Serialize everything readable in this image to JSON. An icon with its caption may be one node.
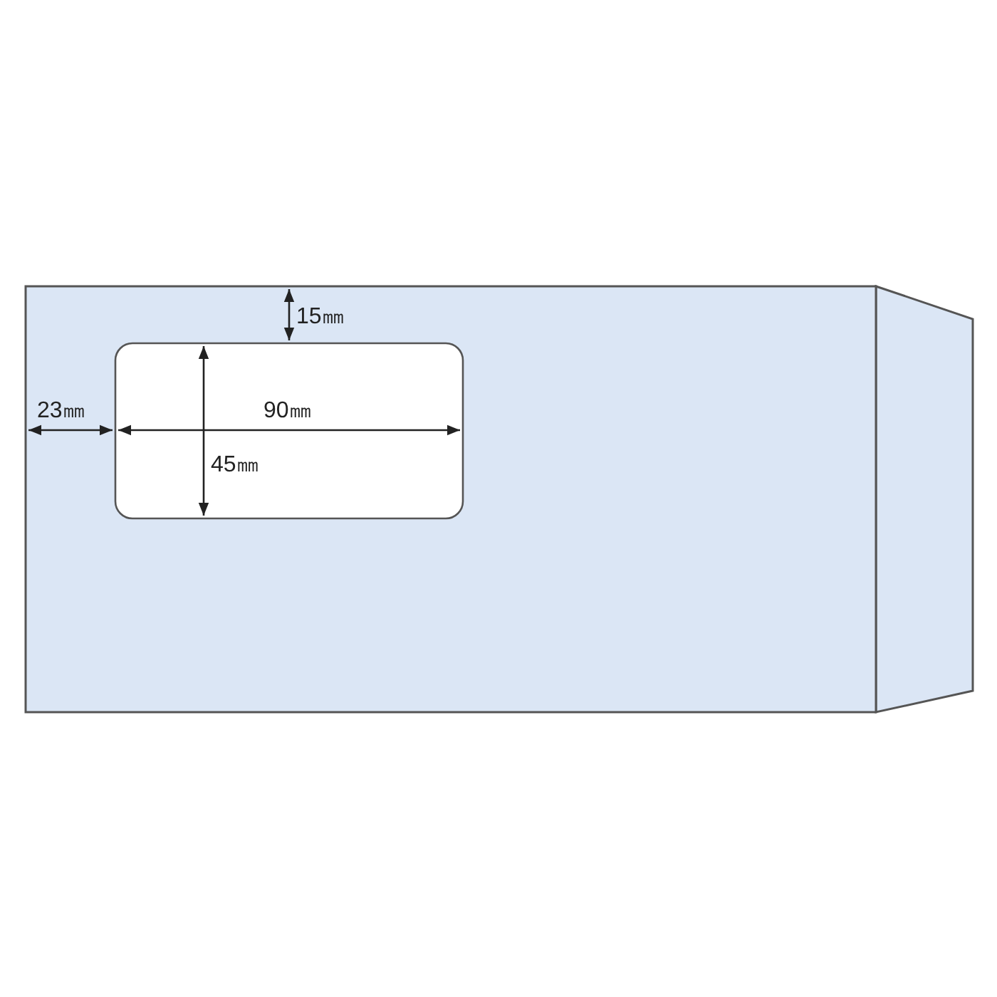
{
  "diagram": {
    "labels": [
      "15㎜",
      "23㎜",
      "90㎜",
      "45㎜"
    ]
  }
}
